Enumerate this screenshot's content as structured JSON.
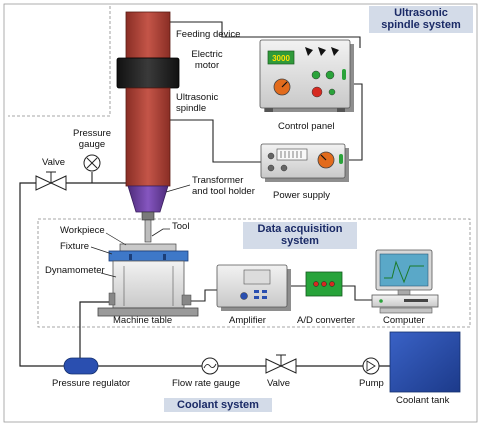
{
  "sections": {
    "spindle_system": "Ultrasonic\nspindle system",
    "data_acquisition": "Data acquisition\nsystem",
    "coolant_system": "Coolant system"
  },
  "labels": {
    "feeding_device": "Feeding device",
    "electric_motor": "Electric\nmotor",
    "ultrasonic_spindle": "Ultrasonic\nspindle",
    "transformer_tool_holder": "Transformer\nand tool holder",
    "tool": "Tool",
    "workpiece": "Workpiece",
    "fixture": "Fixture",
    "dynamometer": "Dynamometer",
    "machine_table": "Machine table",
    "amplifier": "Amplifier",
    "ad_converter": "A/D converter",
    "computer": "Computer",
    "control_panel": "Control panel",
    "power_supply": "Power supply",
    "pressure_gauge": "Pressure\ngauge",
    "valve_top": "Valve",
    "pressure_regulator": "Pressure regulator",
    "flow_rate_gauge": "Flow rate gauge",
    "valve_bottom": "Valve",
    "pump": "Pump",
    "coolant_tank": "Coolant tank"
  },
  "panel_display": "3000",
  "colors": {
    "section_bg": "#d3dbe8",
    "section_text": "#1a2a66",
    "spindle": "#b5453a",
    "transformer": "#6a3f9c",
    "coolant_tank": "#2a4fb0",
    "regulator": "#2a4fb0",
    "ad_converter": "#27a33a",
    "display_green": "#2f9a3a",
    "panel_body": "#e4e4e4"
  }
}
